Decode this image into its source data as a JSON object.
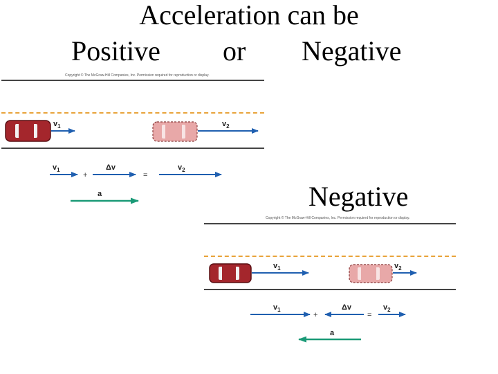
{
  "title": {
    "line1": "Acceleration can be",
    "positive": "Positive",
    "or": "or",
    "negative": "Negative"
  },
  "negative_label": "Negative",
  "copyright": "Copyright © The McGraw-Hill Companies, Inc. Permission required for reproduction or display.",
  "diagram_positive": {
    "v1": "v",
    "v1_sub": "1",
    "v2": "v",
    "v2_sub": "2",
    "dv": "Δv",
    "a": "a",
    "plus": "+",
    "equals": "="
  },
  "diagram_negative": {
    "v1": "v",
    "v1_sub": "1",
    "v2": "v",
    "v2_sub": "2",
    "dv": "Δv",
    "a": "a",
    "plus": "+",
    "equals": "="
  },
  "colors": {
    "velocity_arrow": "#1f5fb0",
    "acceleration_arrow": "#1a9a77",
    "car_dark": "#a4262c",
    "car_light": "#e8a8a8",
    "lane_dash": "#e8a33a"
  }
}
